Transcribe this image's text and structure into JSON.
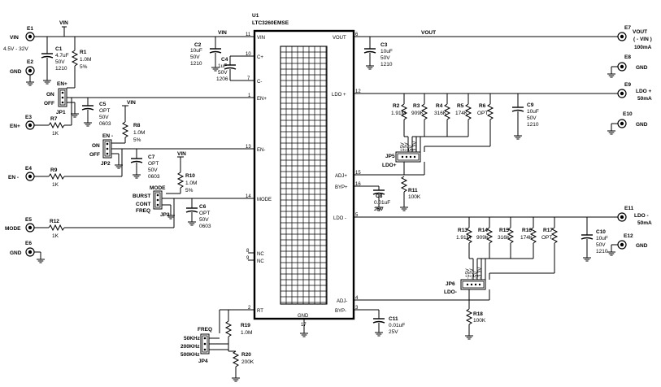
{
  "chip": {
    "ref": "U1",
    "part": "LTC3260EMSE",
    "pins_left": [
      {
        "num": "11",
        "name": "VIN"
      },
      {
        "num": "10",
        "name": "C+"
      },
      {
        "num": "7",
        "name": "C-"
      },
      {
        "num": "1",
        "name": "EN+"
      },
      {
        "num": "13",
        "name": "EN-"
      },
      {
        "num": "14",
        "name": "MODE"
      },
      {
        "num": "8",
        "name": "NC"
      },
      {
        "num": "9",
        "name": "NC"
      },
      {
        "num": "2",
        "name": "RT"
      }
    ],
    "pins_right": [
      {
        "num": "6",
        "name": "VOUT"
      },
      {
        "num": "12",
        "name": "LDO +"
      },
      {
        "num": "15",
        "name": "ADJ+"
      },
      {
        "num": "16",
        "name": "BYP+"
      },
      {
        "num": "5",
        "name": "LDO -"
      },
      {
        "num": "4",
        "name": "ADJ-"
      },
      {
        "num": "3",
        "name": "BYP-"
      }
    ],
    "pin_bottom": {
      "num": "17",
      "name": "GND"
    }
  },
  "terminals": {
    "E1": {
      "ref": "E1",
      "label": "VIN",
      "sub": "4.5V - 32V"
    },
    "E2": {
      "ref": "E2",
      "label": "GND"
    },
    "E3": {
      "ref": "E3",
      "label": "EN+"
    },
    "E4": {
      "ref": "E4",
      "label": "EN -"
    },
    "E5": {
      "ref": "E5",
      "label": "MODE"
    },
    "E6": {
      "ref": "E6",
      "label": "GND"
    },
    "E7": {
      "ref": "E7",
      "label": "VOUT",
      "sub": "( - VIN )",
      "sub2": "100mA"
    },
    "E8": {
      "ref": "E8",
      "label": "GND"
    },
    "E9": {
      "ref": "E9",
      "label": "LDO +",
      "sub": "50mA"
    },
    "E10": {
      "ref": "E10",
      "label": "GND"
    },
    "E11": {
      "ref": "E11",
      "label": "LDO -",
      "sub": "50mA"
    },
    "E12": {
      "ref": "E12",
      "label": "GND"
    }
  },
  "nets": {
    "vin": "VIN",
    "vout": "VOUT"
  },
  "caps": {
    "C1": {
      "ref": "C1",
      "v1": "4.7uF",
      "v2": "50V",
      "v3": "1210"
    },
    "C2": {
      "ref": "C2",
      "v1": "10uF",
      "v2": "50V",
      "v3": "1210"
    },
    "C3": {
      "ref": "C3",
      "v1": "10uF",
      "v2": "50V",
      "v3": "1210"
    },
    "C4": {
      "ref": "C4",
      "v1": "1uF",
      "v2": "50V",
      "v3": "1206"
    },
    "C5": {
      "ref": "C5",
      "v1": "OPT",
      "v2": "50V",
      "v3": "0603"
    },
    "C6": {
      "ref": "C6",
      "v1": "OPT",
      "v2": "50V",
      "v3": "0603"
    },
    "C7": {
      "ref": "C7",
      "v1": "OPT",
      "v2": "50V",
      "v3": "0603"
    },
    "C8": {
      "ref": "C8",
      "v1": "0.01uF",
      "v2": "25V"
    },
    "C9": {
      "ref": "C9",
      "v1": "10uF",
      "v2": "50V",
      "v3": "1210"
    },
    "C10": {
      "ref": "C10",
      "v1": "10uF",
      "v2": "50V",
      "v3": "1210"
    },
    "C11": {
      "ref": "C11",
      "v1": "0.01uF",
      "v2": "25V"
    }
  },
  "res": {
    "R1": {
      "ref": "R1",
      "v": "1.0M",
      "v2": "5%"
    },
    "R2": {
      "ref": "R2",
      "v": "1.91M"
    },
    "R3": {
      "ref": "R3",
      "v": "909K"
    },
    "R4": {
      "ref": "R4",
      "v": "316K"
    },
    "R5": {
      "ref": "R5",
      "v": "174K"
    },
    "R6": {
      "ref": "R6",
      "v": "OPT"
    },
    "R7": {
      "ref": "R7",
      "v": "1K"
    },
    "R8": {
      "ref": "R8",
      "v": "1.0M",
      "v2": "5%"
    },
    "R9": {
      "ref": "R9",
      "v": "1K"
    },
    "R10": {
      "ref": "R10",
      "v": "1.0M",
      "v2": "5%"
    },
    "R11": {
      "ref": "R11",
      "v": "100K"
    },
    "R12": {
      "ref": "R12",
      "v": "1K"
    },
    "R13": {
      "ref": "R13",
      "v": "1.91M"
    },
    "R14": {
      "ref": "R14",
      "v": "909K"
    },
    "R15": {
      "ref": "R15",
      "v": "316K"
    },
    "R16": {
      "ref": "R16",
      "v": "174K"
    },
    "R17": {
      "ref": "R17",
      "v": "OPT"
    },
    "R18": {
      "ref": "R18",
      "v": "100K"
    },
    "R19": {
      "ref": "R19",
      "v": "1.0M"
    },
    "R20": {
      "ref": "R20",
      "v": "200K"
    }
  },
  "jumpers": {
    "JP1": {
      "ref": "JP1",
      "title": "EN+",
      "on": "ON",
      "off": "OFF"
    },
    "JP2": {
      "ref": "JP2",
      "title": "EN -",
      "on": "ON",
      "off": "OFF"
    },
    "JP3": {
      "ref": "JP3",
      "title": "MODE",
      "a": "BURST",
      "b": "CONT",
      "c": "FREQ"
    },
    "JP4": {
      "ref": "JP4",
      "title": "FREQ",
      "a": "50KHz",
      "b": "200KHz",
      "c": "500KHz"
    },
    "JP5": {
      "ref": "JP5",
      "title": "LDO+",
      "pins": [
        "15V",
        "12V",
        "5V",
        "3.3V"
      ]
    },
    "JP6": {
      "ref": "JP6",
      "title": "LDO-",
      "pins": [
        "-15V",
        "-12V",
        "-5V",
        "-3.3V"
      ]
    }
  }
}
